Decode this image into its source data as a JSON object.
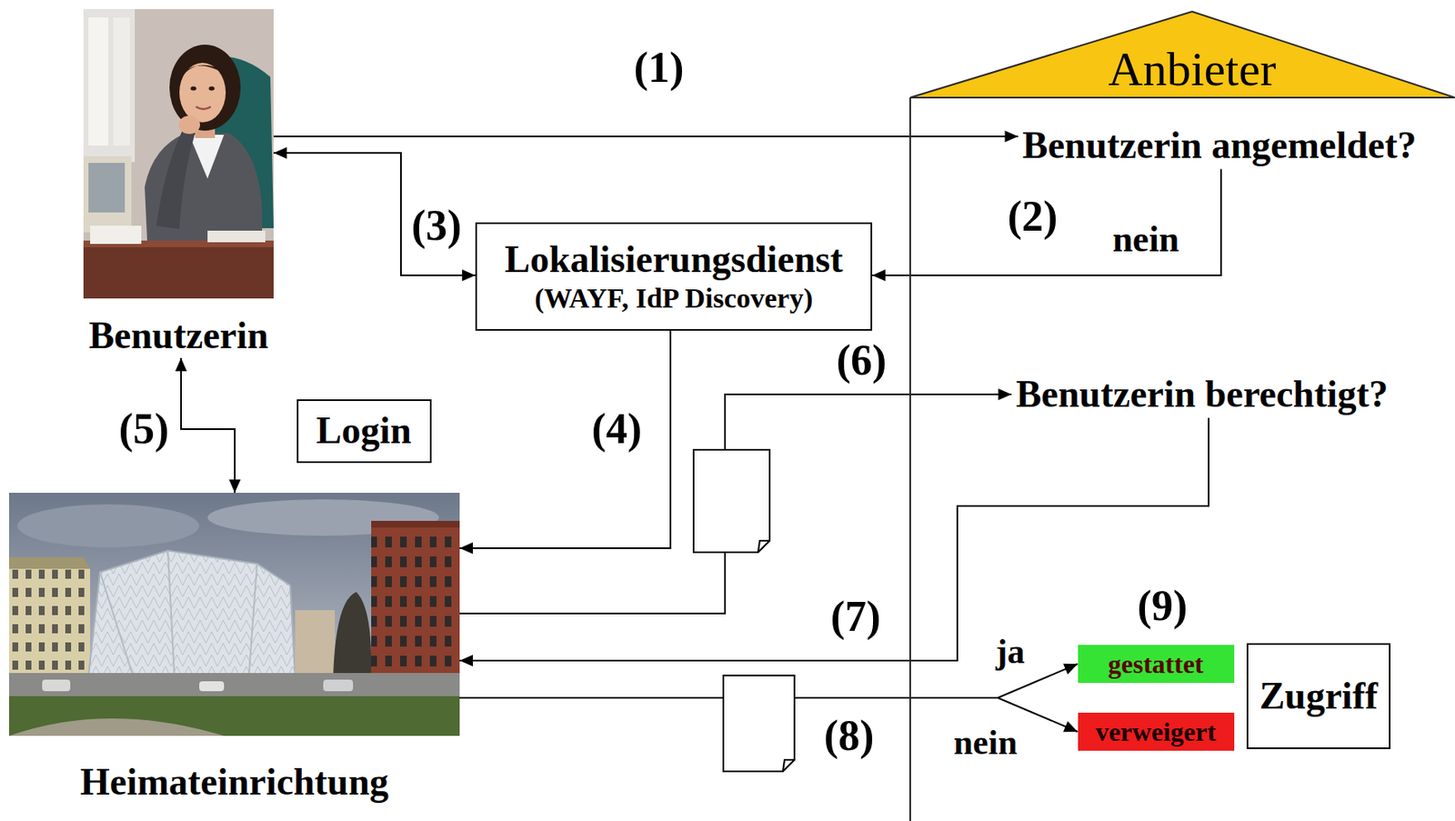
{
  "diagram": {
    "nodes": [
      {
        "text": [
          "Benutzerin"
        ]
      },
      {
        "text": [
          "Anbieter"
        ]
      },
      {
        "text": [
          "Benutzerin angemeldet?"
        ],
        "in": 1
      },
      {
        "text": [
          "Lokalisierungsdienst",
          "(WAYF, IdP Discovery)"
        ]
      },
      {
        "text": [
          "Benutzerin berechtigt?"
        ],
        "in": 1
      },
      {
        "text": [
          "Login"
        ]
      },
      {
        "text": [
          "Heimateinrichtung"
        ]
      },
      {
        "text": [
          "gestattet"
        ],
        "in": 1
      },
      {
        "text": [
          "Zugriff"
        ],
        "in": 1
      },
      {
        "text": [
          "verweigert"
        ],
        "in": 1
      }
    ],
    "edges": [
      {
        "from": 0,
        "to": 2,
        "arrow": "to"
      },
      {
        "from": 2,
        "to": 3,
        "arrow": "to",
        "label": "nein"
      },
      {
        "from": 0,
        "to": 3,
        "arrow": "both"
      },
      {
        "from": 3,
        "to": 6,
        "arrow": "to"
      },
      {
        "from": 0,
        "to": 6,
        "arrow": "both"
      },
      {
        "from": 6,
        "to": 4,
        "arrow": "to"
      },
      {
        "from": 4,
        "to": 6,
        "arrow": "to"
      },
      {
        "from": 6,
        "to": 7,
        "arrow": "to",
        "label": "ja"
      },
      {
        "from": 6,
        "to": 9,
        "arrow": "to",
        "label": "nein"
      }
    ],
    "labels": [
      "(1)",
      "(2)",
      "(3)",
      "(4)",
      "(5)",
      "(6)",
      "(7)",
      "(8)",
      "(9)"
    ]
  }
}
